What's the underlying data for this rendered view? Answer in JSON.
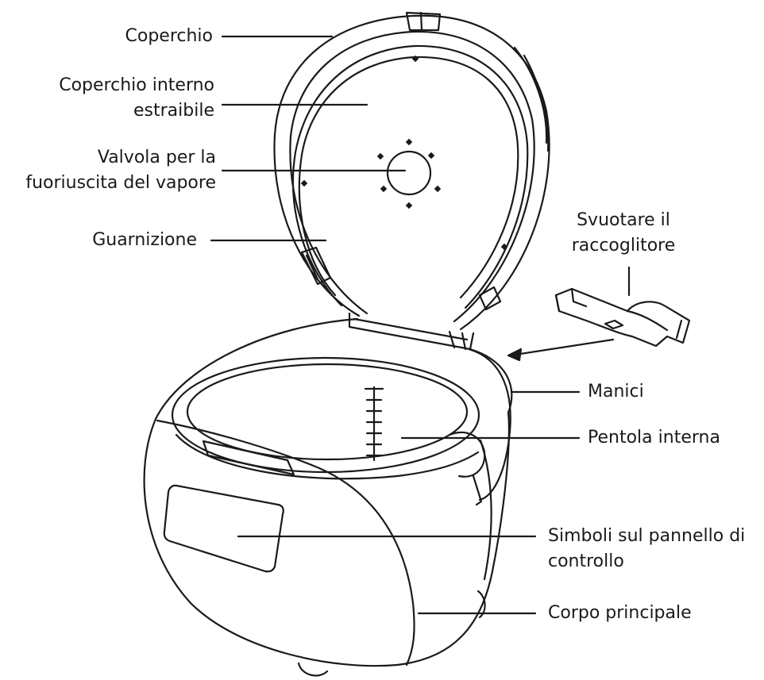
{
  "labels": {
    "coperchio": "Coperchio",
    "coperchio_interno": [
      "Coperchio interno",
      "estraibile"
    ],
    "valvola": [
      "Valvola per la",
      "fuoriuscita del vapore"
    ],
    "guarnizione": "Guarnizione",
    "svuotare": [
      "Svuotare il",
      "raccoglitore"
    ],
    "manici": "Manici",
    "pentola": "Pentola interna",
    "simboli": [
      "Simboli sul pannello di",
      "controllo"
    ],
    "corpo": "Corpo principale"
  },
  "colors": {
    "line": "#1a1a1a",
    "background": "#ffffff"
  }
}
